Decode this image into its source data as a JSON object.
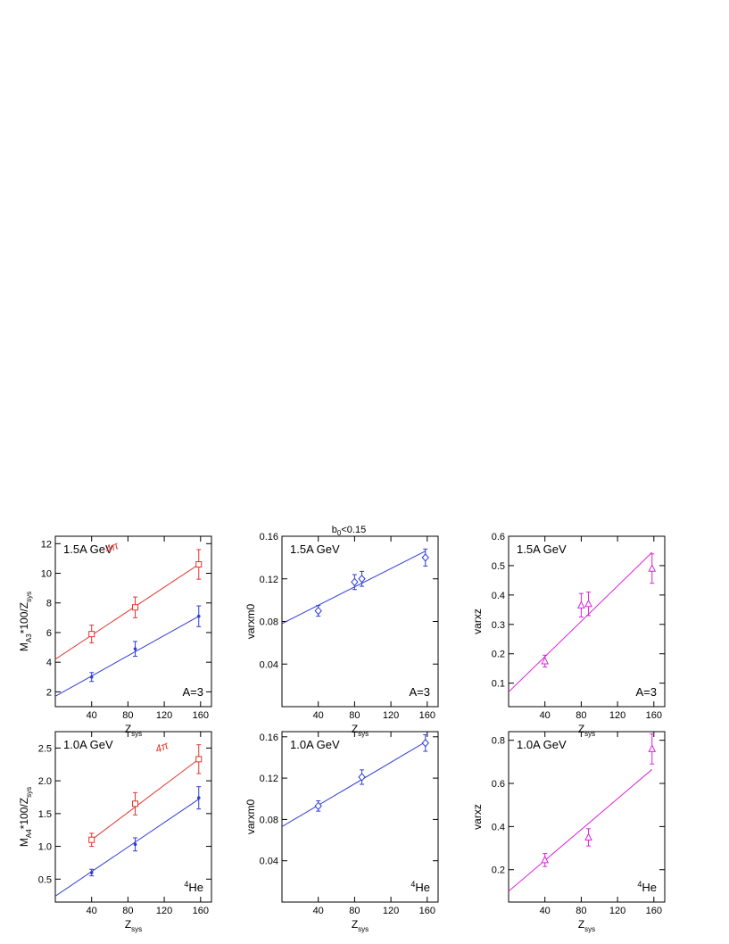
{
  "figure": {
    "top_label": "b",
    "top_label_sub": "0",
    "top_label_rest": "<0.15"
  },
  "chart_data": [
    {
      "type": "scatter",
      "energy_label": "1.5A GeV",
      "corner_label": "A=3",
      "ylabel_main": "M",
      "ylabel_sub": "A3",
      "ylabel_rest": "*100/Z",
      "ylabel_sub2": "sys",
      "xlabel_main": "Z",
      "xlabel_sub": "sys",
      "xlim": [
        0,
        172
      ],
      "ylim": [
        1,
        12.5
      ],
      "xticks": [
        40,
        80,
        120,
        160
      ],
      "yticks": [
        2,
        4,
        6,
        8,
        10,
        12
      ],
      "annotation": "4π",
      "series": [
        {
          "color": "#e0342c",
          "marker": "square",
          "x": [
            40,
            88,
            158
          ],
          "y": [
            5.9,
            7.7,
            10.6
          ],
          "err": [
            0.6,
            0.7,
            1.0
          ],
          "fit": [
            [
              0,
              4.2
            ],
            [
              158,
              10.6
            ]
          ]
        },
        {
          "color": "#2f3dd6",
          "marker": "dot",
          "x": [
            40,
            88,
            158
          ],
          "y": [
            3.0,
            4.9,
            7.1
          ],
          "err": [
            0.3,
            0.5,
            0.7
          ],
          "fit": [
            [
              0,
              1.7
            ],
            [
              158,
              7.1
            ]
          ]
        }
      ]
    },
    {
      "type": "scatter",
      "energy_label": "1.5A GeV",
      "corner_label": "A=3",
      "ylabel_main": "varxm0",
      "xlabel_main": "Z",
      "xlabel_sub": "sys",
      "xlim": [
        0,
        172
      ],
      "ylim": [
        0,
        0.16
      ],
      "xticks": [
        40,
        80,
        120,
        160
      ],
      "yticks": [
        "0.04",
        "0.08",
        "0.12",
        "0.16"
      ],
      "series": [
        {
          "color": "#2f3dd6",
          "marker": "diamond",
          "x": [
            40,
            80,
            88,
            158
          ],
          "y": [
            0.09,
            0.117,
            0.12,
            0.14
          ],
          "err": [
            0.005,
            0.007,
            0.007,
            0.008
          ],
          "fit": [
            [
              0,
              0.078
            ],
            [
              158,
              0.146
            ]
          ]
        }
      ]
    },
    {
      "type": "scatter",
      "energy_label": "1.5A GeV",
      "corner_label": "A=3",
      "ylabel_main": "varxz",
      "xlabel_main": "Z",
      "xlabel_sub": "sys",
      "xlim": [
        0,
        172
      ],
      "ylim": [
        0.02,
        0.6
      ],
      "xticks": [
        40,
        80,
        120,
        160
      ],
      "yticks": [
        "0.1",
        "0.2",
        "0.3",
        "0.4",
        "0.5",
        "0.6"
      ],
      "series": [
        {
          "color": "#dd22dd",
          "marker": "triangle",
          "x": [
            40,
            80,
            88,
            158
          ],
          "y": [
            0.175,
            0.365,
            0.37,
            0.49
          ],
          "err": [
            0.02,
            0.04,
            0.04,
            0.05
          ],
          "fit": [
            [
              0,
              0.07
            ],
            [
              158,
              0.545
            ]
          ]
        }
      ]
    },
    {
      "type": "scatter",
      "energy_label": "1.0A GeV",
      "corner_label": "He",
      "corner_label_sup": "4",
      "ylabel_main": "M",
      "ylabel_sub": "A4",
      "ylabel_rest": "*100/Z",
      "ylabel_sub2": "sys",
      "xlabel_main": "Z",
      "xlabel_sub": "sys",
      "xlim": [
        0,
        172
      ],
      "ylim": [
        0.15,
        2.75
      ],
      "xticks": [
        40,
        80,
        120,
        160
      ],
      "yticks": [
        "0.5",
        "1.0",
        "1.5",
        "2.0",
        "2.5"
      ],
      "annotation": "4π",
      "series": [
        {
          "color": "#e0342c",
          "marker": "square",
          "x": [
            40,
            88,
            158
          ],
          "y": [
            1.1,
            1.65,
            2.33
          ],
          "err": [
            0.1,
            0.17,
            0.22
          ],
          "fit": [
            [
              40,
              1.1
            ],
            [
              158,
              2.33
            ]
          ]
        },
        {
          "color": "#2f3dd6",
          "marker": "dot",
          "x": [
            40,
            88,
            158
          ],
          "y": [
            0.6,
            1.03,
            1.74
          ],
          "err": [
            0.05,
            0.1,
            0.17
          ],
          "fit": [
            [
              0,
              0.24
            ],
            [
              158,
              1.72
            ]
          ]
        }
      ]
    },
    {
      "type": "scatter",
      "energy_label": "1.0A GeV",
      "corner_label": "He",
      "corner_label_sup": "4",
      "ylabel_main": "varxm0",
      "xlabel_main": "Z",
      "xlabel_sub": "sys",
      "xlim": [
        0,
        172
      ],
      "ylim": [
        0,
        0.165
      ],
      "xticks": [
        40,
        80,
        120,
        160
      ],
      "yticks": [
        "0.04",
        "0.08",
        "0.12",
        "0.16"
      ],
      "series": [
        {
          "color": "#2f3dd6",
          "marker": "diamond",
          "x": [
            40,
            88,
            158
          ],
          "y": [
            0.093,
            0.121,
            0.154
          ],
          "err": [
            0.005,
            0.007,
            0.008
          ],
          "fit": [
            [
              0,
              0.073
            ],
            [
              158,
              0.155
            ]
          ]
        }
      ]
    },
    {
      "type": "scatter",
      "energy_label": "1.0A GeV",
      "corner_label": "He",
      "corner_label_sup": "4",
      "ylabel_main": "varxz",
      "xlabel_main": "Z",
      "xlabel_sub": "sys",
      "xlim": [
        0,
        172
      ],
      "ylim": [
        0.05,
        0.84
      ],
      "xticks": [
        40,
        80,
        120,
        160
      ],
      "yticks": [
        "0.2",
        "0.4",
        "0.6",
        "0.8"
      ],
      "series": [
        {
          "color": "#dd22dd",
          "marker": "triangle",
          "x": [
            40,
            88,
            158
          ],
          "y": [
            0.245,
            0.35,
            0.76
          ],
          "err": [
            0.03,
            0.04,
            0.07
          ],
          "fit": [
            [
              0,
              0.1
            ],
            [
              158,
              0.665
            ]
          ]
        }
      ]
    }
  ]
}
